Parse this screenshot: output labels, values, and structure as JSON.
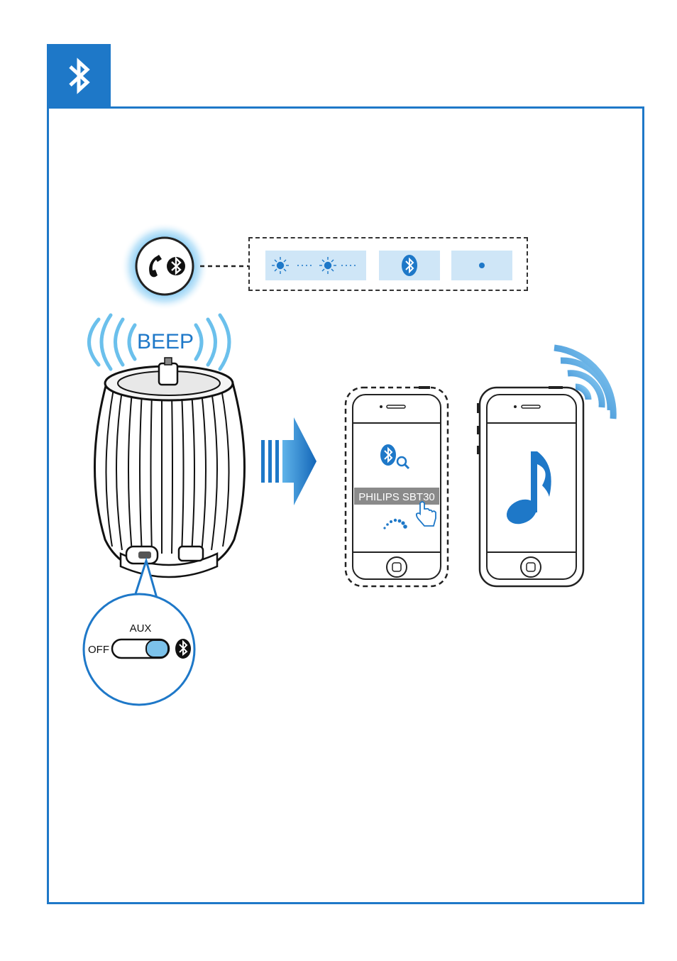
{
  "header": {
    "icon": "bluetooth-icon",
    "accent_color": "#1e78c8"
  },
  "speaker": {
    "beep_label": "BEEP"
  },
  "switch": {
    "aux_label": "AUX",
    "off_label": "OFF",
    "bt_icon": "bluetooth-icon",
    "knob_color": "#7cc2ea"
  },
  "indicator": {
    "states": [
      {
        "name": "fast-blink",
        "icon": "blink-icon"
      },
      {
        "name": "bluetooth-solid",
        "icon": "bluetooth-icon"
      },
      {
        "name": "steady-dot",
        "icon": "dot-icon"
      }
    ]
  },
  "phone_pairing": {
    "device_name": "PHILIPS SBT30",
    "icons": [
      "bluetooth-search-icon",
      "hand-pointer-icon",
      "spinner-icon"
    ]
  },
  "phone_playing": {
    "icons": [
      "music-note-icon",
      "signal-waves-icon"
    ]
  }
}
